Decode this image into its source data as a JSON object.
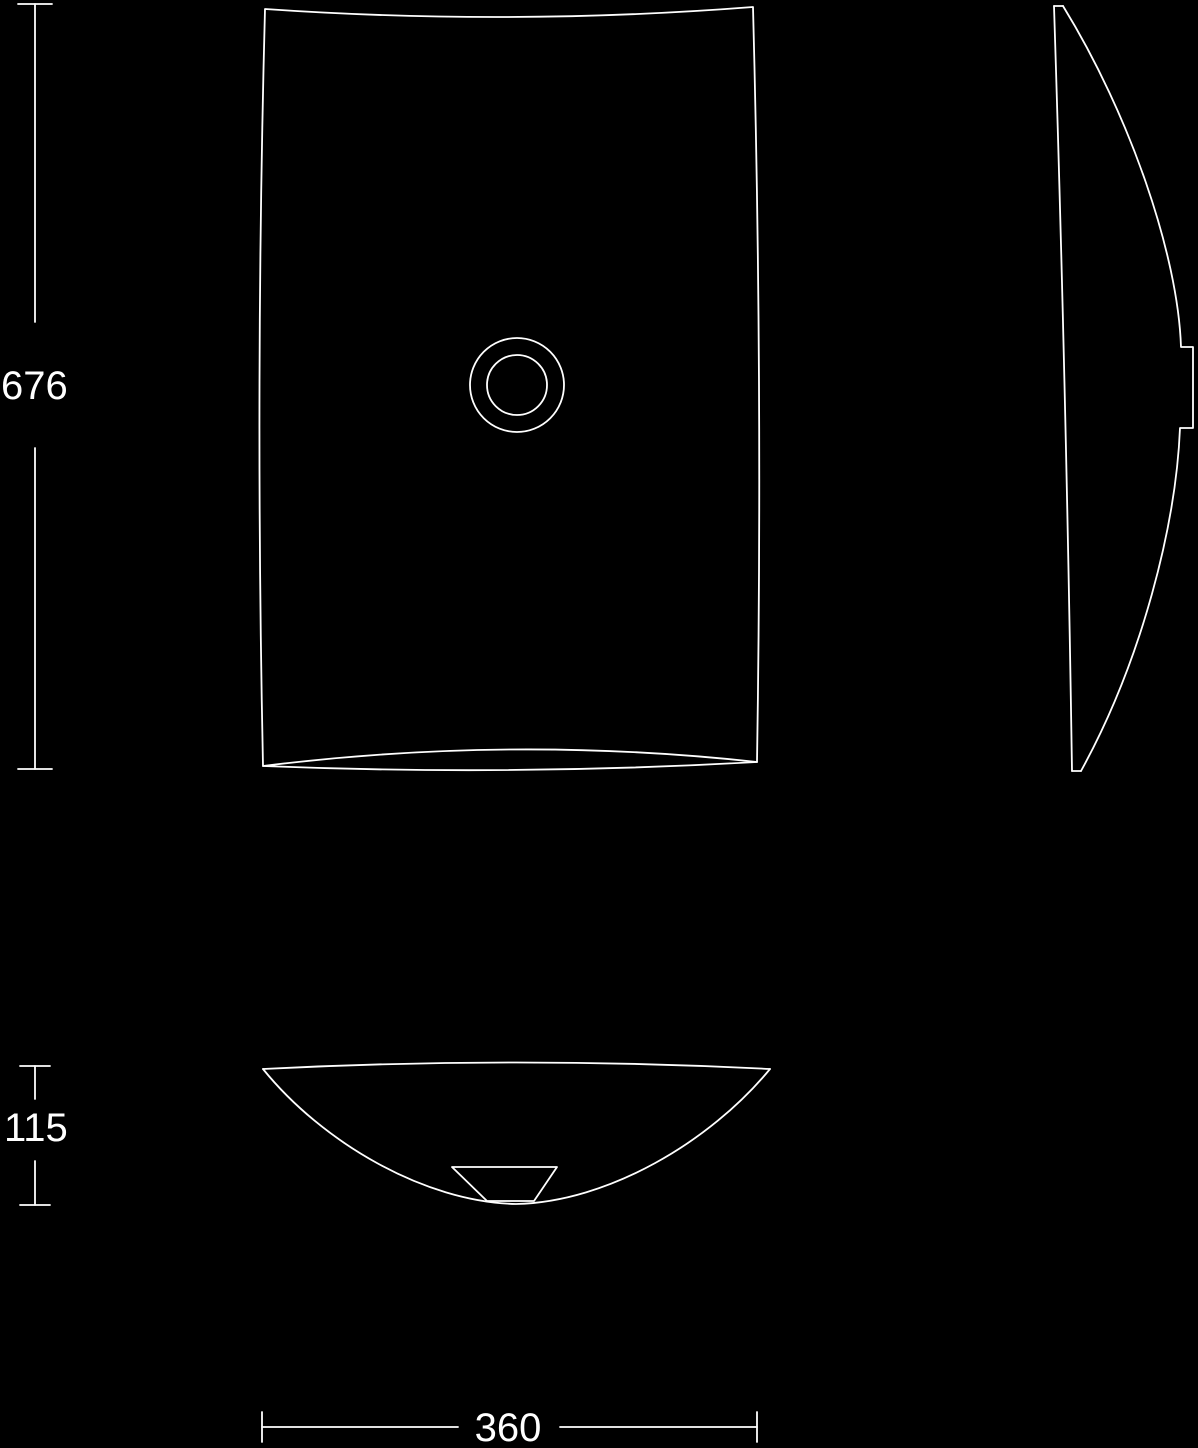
{
  "drawing": {
    "type": "technical-drawing",
    "subject": "countertop basin / vessel sink, three orthographic views",
    "background_color": "#000000",
    "line_color": "#ffffff",
    "views": {
      "plan": "top view with central drain",
      "end_elevation": "side profile with drain outlet",
      "front_elevation": "bowl section with waste fitting"
    }
  },
  "dimensions": {
    "length": {
      "value": "676"
    },
    "height": {
      "value": "115"
    },
    "width": {
      "value": "360"
    }
  }
}
